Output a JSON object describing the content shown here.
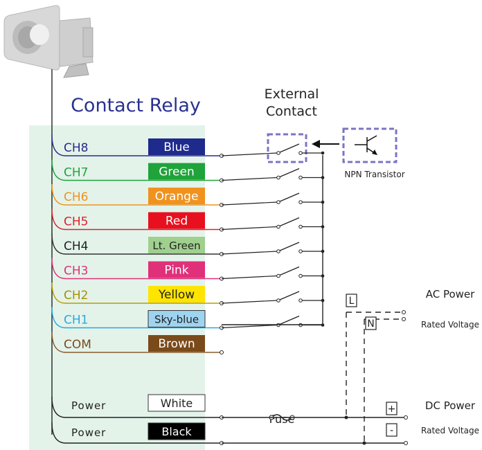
{
  "title": "Contact Relay",
  "external_contact": [
    "External",
    "Contact"
  ],
  "npn_label": "NPN Transistor",
  "channels": [
    {
      "name": "CH8",
      "color_label": "Blue",
      "wire": "#2a2a8c",
      "box": "#1e2a8c",
      "text": "#ffffff",
      "name_color": "#2a2a8c"
    },
    {
      "name": "CH7",
      "color_label": "Green",
      "wire": "#1fa33a",
      "box": "#1fa33a",
      "text": "#ffffff",
      "name_color": "#1fa33a"
    },
    {
      "name": "CH6",
      "color_label": "Orange",
      "wire": "#f0921e",
      "box": "#f0921e",
      "text": "#ffffff",
      "name_color": "#f0921e"
    },
    {
      "name": "CH5",
      "color_label": "Red",
      "wire": "#e0202a",
      "box": "#e8101e",
      "text": "#ffffff",
      "name_color": "#e0202a"
    },
    {
      "name": "CH4",
      "color_label": "Lt. Green",
      "wire": "#333333",
      "box": "#9fd08e",
      "text": "#222222",
      "name_color": "#222222"
    },
    {
      "name": "CH3",
      "color_label": "Pink",
      "wire": "#e0307a",
      "box": "#e0307a",
      "text": "#ffffff",
      "name_color": "#e0307a"
    },
    {
      "name": "CH2",
      "color_label": "Yellow",
      "wire": "#b8a000",
      "box": "#ffe400",
      "text": "#222222",
      "name_color": "#a89000"
    },
    {
      "name": "CH1",
      "color_label": "Sky-blue",
      "wire": "#2aa8e0",
      "box": "#9fd4f0",
      "text": "#222222",
      "name_color": "#2aa8e0"
    },
    {
      "name": "COM",
      "color_label": "Brown",
      "wire": "#8a5a2a",
      "box": "#7a4a1a",
      "text": "#ffffff",
      "name_color": "#7a4a1a"
    }
  ],
  "power": [
    {
      "name": "Power",
      "color_label": "White",
      "box": "#ffffff",
      "text": "#222222"
    },
    {
      "name": "Power",
      "color_label": "Black",
      "box": "#000000",
      "text": "#ffffff"
    }
  ],
  "fuse_label": "Fuse",
  "ac": {
    "L": "L",
    "N": "N",
    "title": "AC Power",
    "sub": "Rated Voltage"
  },
  "dc": {
    "plus": "+",
    "minus": "-",
    "title": "DC Power",
    "sub": "Rated Voltage"
  },
  "colors": {
    "panel": "#e3f3ea",
    "title": "#2a3190",
    "dash_box": "#7b74c4",
    "line": "#222222"
  }
}
